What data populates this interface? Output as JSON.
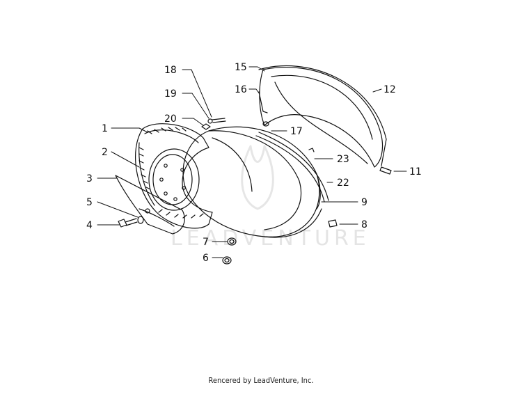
{
  "diagram": {
    "callouts": [
      "1",
      "2",
      "3",
      "4",
      "5",
      "6",
      "7",
      "8",
      "9",
      "11",
      "12",
      "15",
      "16",
      "17",
      "18",
      "19",
      "20",
      "22",
      "23"
    ],
    "watermark": "LEADVENTURE"
  },
  "footer": {
    "credit": "Rencered by LeadVenture, Inc."
  }
}
